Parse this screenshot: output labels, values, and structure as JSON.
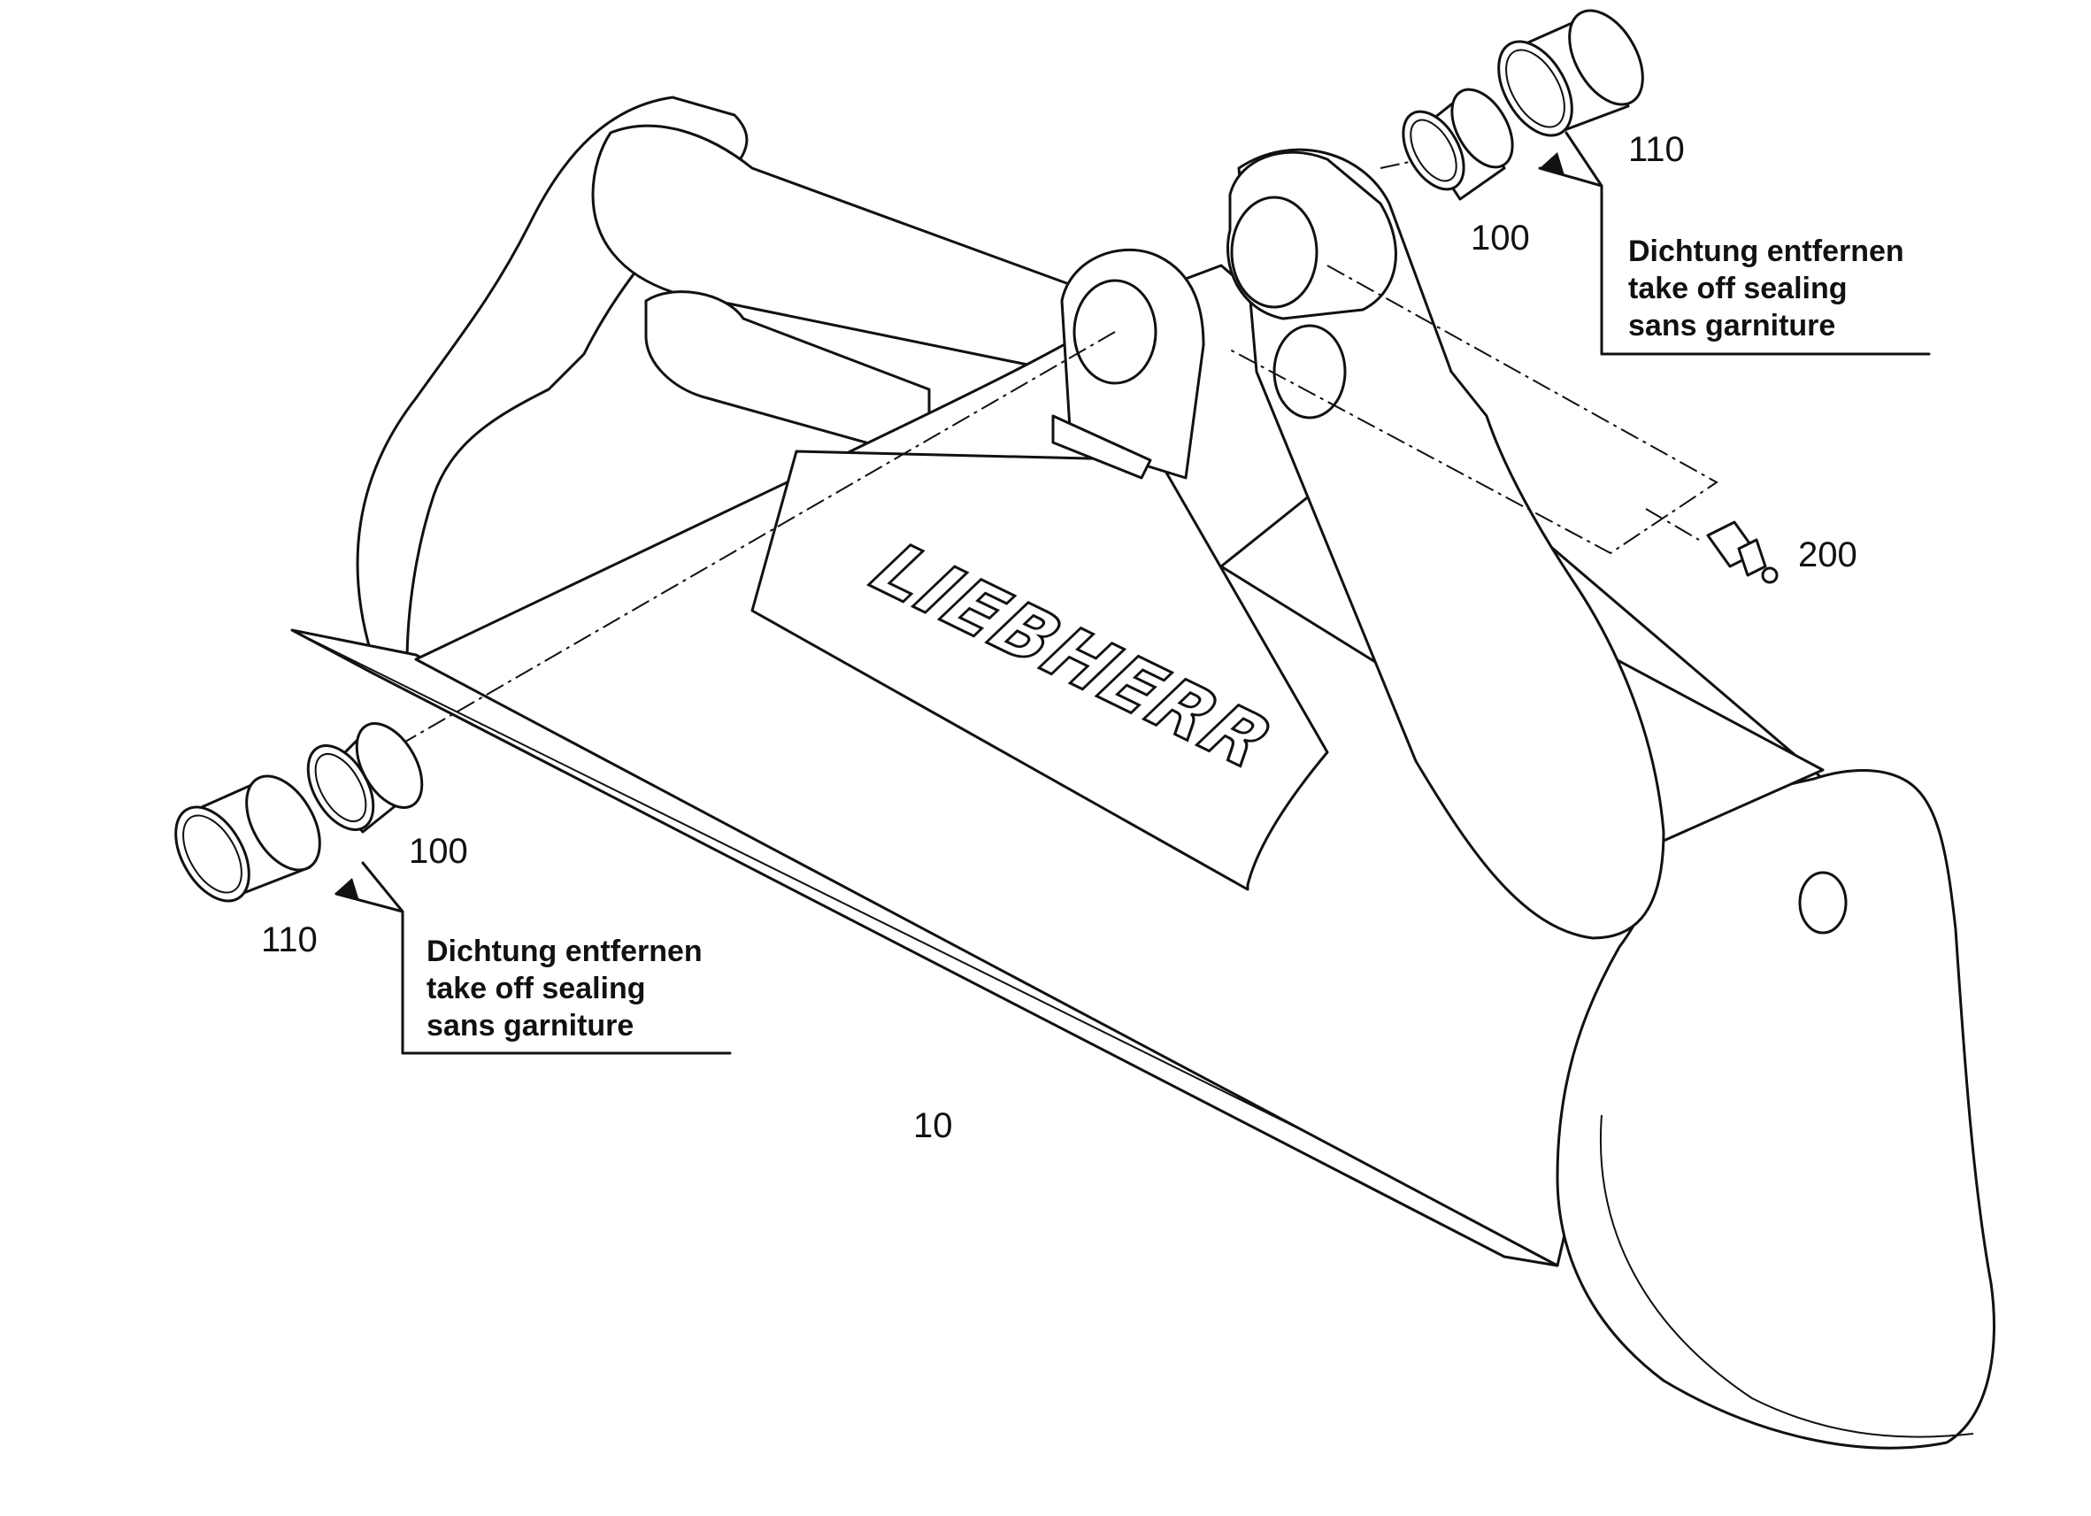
{
  "brand": "LIEBHERR",
  "parts": {
    "body": "10",
    "seal_right": "100",
    "bush_right": "110",
    "seal_left": "100",
    "bush_left": "110",
    "grease_nipple": "200"
  },
  "notes": {
    "right": [
      "Dichtung entfernen",
      "take off sealing",
      "sans garniture"
    ],
    "left": [
      "Dichtung entfernen",
      "take off sealing",
      "sans garniture"
    ]
  }
}
